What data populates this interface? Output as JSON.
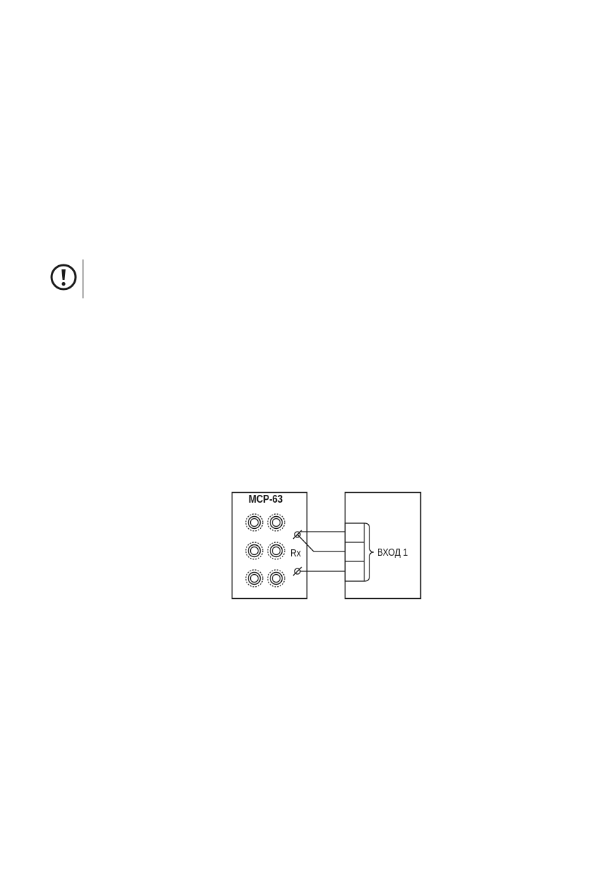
{
  "notice": {
    "icon": "exclamation-circle-icon"
  },
  "diagram": {
    "device_title": "МСР-63",
    "rx_label": "Rx",
    "input_label": "ВХОД 1",
    "terminal_symbol": "crossed-circle-terminal-icon",
    "jack_icon": "round-jack-socket-icon",
    "stroke_color": "#1a1a1a"
  }
}
